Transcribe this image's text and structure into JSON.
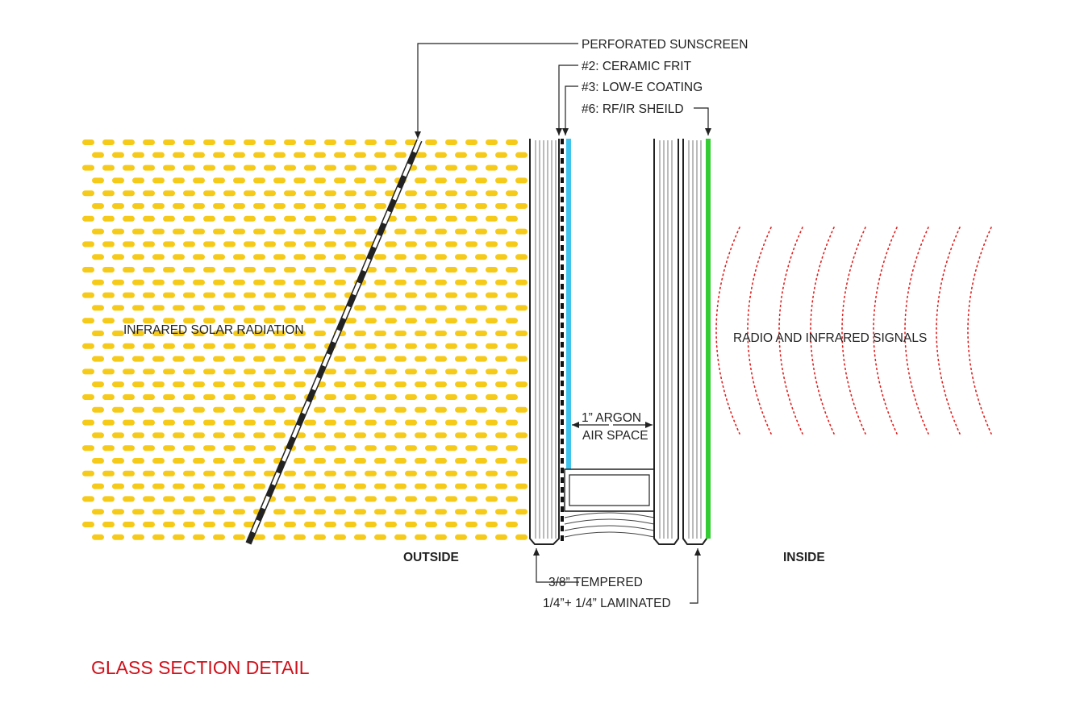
{
  "labels": {
    "perforated_sunscreen": "PERFORATED SUNSCREEN",
    "ceramic_frit": "#2: CERAMIC FRIT",
    "low_e_coating": "#3: LOW-E COATING",
    "rf_ir_shield": "#6: RF/IR SHEILD",
    "infrared_solar": "INFRARED SOLAR RADIATION",
    "radio_ir_signals": "RADIO AND INFRARED SIGNALS",
    "argon_line1": "1” ARGON",
    "argon_line2": "AIR SPACE",
    "outside": "OUTSIDE",
    "inside": "INSIDE",
    "tempered": "3/8” TEMPERED",
    "laminated": "1/4”+ 1/4” LAMINATED"
  },
  "title": "GLASS SECTION DETAIL",
  "colors": {
    "title": "#d0101a",
    "radiation_dots": "#f5c400",
    "low_e_layer": "#3fc4ee",
    "rf_shield_layer": "#33cc33",
    "signal_arcs": "#e02020",
    "line": "#222222"
  }
}
